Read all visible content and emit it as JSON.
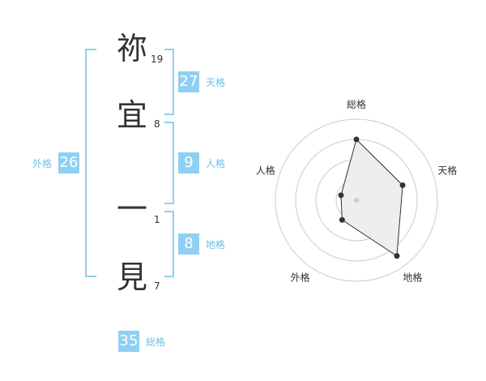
{
  "name": {
    "chars": [
      {
        "char": "祢",
        "strokes": "19"
      },
      {
        "char": "宜",
        "strokes": "8"
      },
      {
        "char": "一",
        "strokes": "1"
      },
      {
        "char": "見",
        "strokes": "7"
      }
    ]
  },
  "scores": {
    "tenkaku": {
      "value": "27",
      "label": "天格"
    },
    "jinkaku": {
      "value": "9",
      "label": "人格"
    },
    "chikaku": {
      "value": "8",
      "label": "地格"
    },
    "gaikaku": {
      "value": "26",
      "label": "外格"
    },
    "soukaku": {
      "value": "35",
      "label": "総格"
    }
  },
  "chart_data": {
    "type": "radar",
    "axes": [
      "総格",
      "天格",
      "地格",
      "外格",
      "人格"
    ],
    "values": [
      0.75,
      0.6,
      0.85,
      0.3,
      0.2
    ],
    "rings": 4,
    "colors": {
      "fill": "#eeeeee",
      "line": "#333333",
      "grid": "#cccccc"
    }
  }
}
